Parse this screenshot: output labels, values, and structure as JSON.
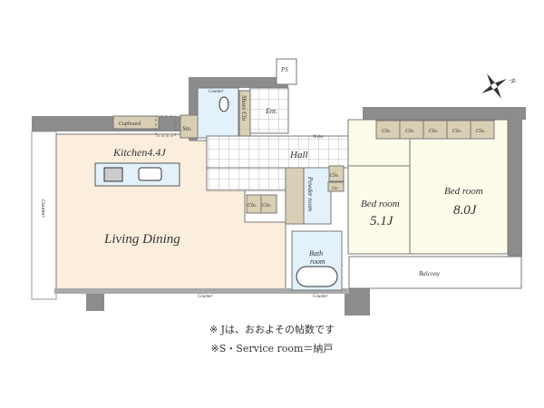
{
  "rooms": {
    "kitchen": "Kitchen4.4J",
    "living_dining": "Living Dining",
    "hall": "Hall",
    "bedroom1_name": "Bed room",
    "bedroom1_size": "5.1J",
    "bedroom2_name": "Bed room",
    "bedroom2_size": "8.0J",
    "bath": "Bath",
    "bath2": "room",
    "powder": "Powder room",
    "balcony": "Balcony",
    "entrance": "Ent."
  },
  "fixtures": {
    "cupboard": "Cupboard",
    "sto": "Sto.",
    "shoes_clo": "Shoes Clo",
    "counter_toilet": "Counter",
    "counter_left": "Counter",
    "counter_bottom": "Counter",
    "counter_bath": "Counter",
    "niche": "Niche",
    "ps": "PS",
    "clo": "Clo.",
    "lin": "Lin"
  },
  "compass": {
    "label": "N"
  },
  "notes": [
    "※ Jは、おおよその帖数です",
    "※S・Service room＝納戸"
  ],
  "colors": {
    "ld": "#fbeedd",
    "wet": "#e3f1fb",
    "bed": "#fdfbea",
    "storage": "#d9cfb4",
    "wall": "#8c8c8c"
  }
}
